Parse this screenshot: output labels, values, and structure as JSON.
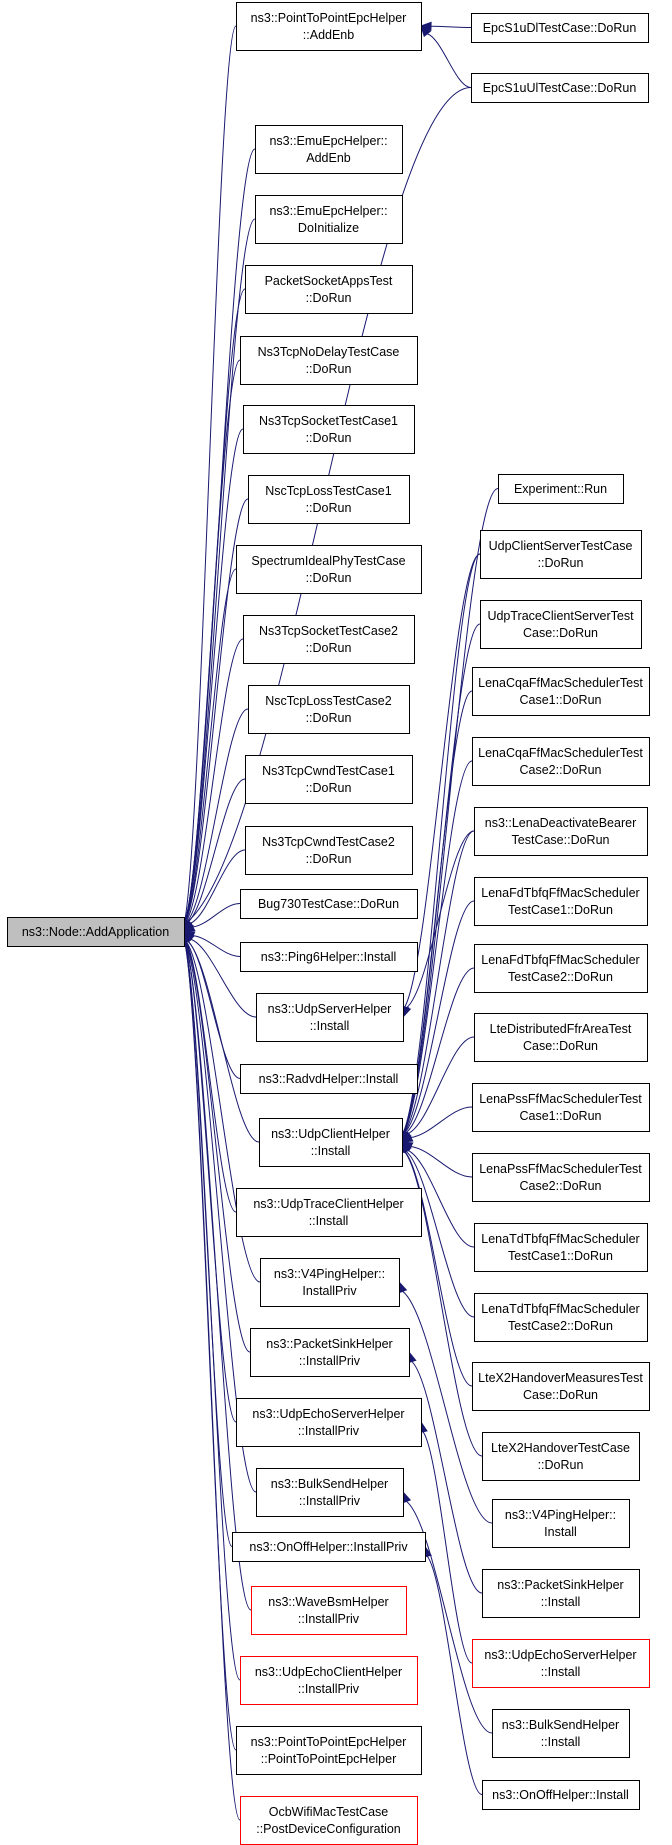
{
  "root": {
    "id": "root",
    "lines": [
      "ns3::Node::AddApplication"
    ]
  },
  "nodes": [
    {
      "id": "p2pAddEnb",
      "lines": [
        "ns3::PointToPointEpcHelper",
        "::AddEnb"
      ]
    },
    {
      "id": "s1uDl",
      "lines": [
        "EpcS1uDlTestCase::DoRun"
      ]
    },
    {
      "id": "s1uUl",
      "lines": [
        "EpcS1uUlTestCase::DoRun"
      ]
    },
    {
      "id": "emuAddEnb",
      "lines": [
        "ns3::EmuEpcHelper::",
        "AddEnb"
      ]
    },
    {
      "id": "emuInit",
      "lines": [
        "ns3::EmuEpcHelper::",
        "DoInitialize"
      ]
    },
    {
      "id": "pktSock",
      "lines": [
        "PacketSocketAppsTest",
        "::DoRun"
      ]
    },
    {
      "id": "tcpNoDelay",
      "lines": [
        "Ns3TcpNoDelayTestCase",
        "::DoRun"
      ]
    },
    {
      "id": "tcpSock1",
      "lines": [
        "Ns3TcpSocketTestCase1",
        "::DoRun"
      ]
    },
    {
      "id": "nscLoss1",
      "lines": [
        "NscTcpLossTestCase1",
        "::DoRun"
      ]
    },
    {
      "id": "specIdeal",
      "lines": [
        "SpectrumIdealPhyTestCase",
        "::DoRun"
      ]
    },
    {
      "id": "tcpSock2",
      "lines": [
        "Ns3TcpSocketTestCase2",
        "::DoRun"
      ]
    },
    {
      "id": "nscLoss2",
      "lines": [
        "NscTcpLossTestCase2",
        "::DoRun"
      ]
    },
    {
      "id": "cwnd1",
      "lines": [
        "Ns3TcpCwndTestCase1",
        "::DoRun"
      ]
    },
    {
      "id": "cwnd2",
      "lines": [
        "Ns3TcpCwndTestCase2",
        "::DoRun"
      ]
    },
    {
      "id": "bug730",
      "lines": [
        "Bug730TestCase::DoRun"
      ]
    },
    {
      "id": "ping6",
      "lines": [
        "ns3::Ping6Helper::Install"
      ]
    },
    {
      "id": "udpServer",
      "lines": [
        "ns3::UdpServerHelper",
        "::Install"
      ]
    },
    {
      "id": "radvd",
      "lines": [
        "ns3::RadvdHelper::Install"
      ]
    },
    {
      "id": "udpClient",
      "lines": [
        "ns3::UdpClientHelper",
        "::Install"
      ]
    },
    {
      "id": "udpTrace",
      "lines": [
        "ns3::UdpTraceClientHelper",
        "::Install"
      ]
    },
    {
      "id": "v4PingPriv",
      "lines": [
        "ns3::V4PingHelper::",
        "InstallPriv"
      ]
    },
    {
      "id": "pktSinkPriv",
      "lines": [
        "ns3::PacketSinkHelper",
        "::InstallPriv"
      ]
    },
    {
      "id": "echoSrvPriv",
      "lines": [
        "ns3::UdpEchoServerHelper",
        "::InstallPriv"
      ]
    },
    {
      "id": "bulkPriv",
      "lines": [
        "ns3::BulkSendHelper",
        "::InstallPriv"
      ]
    },
    {
      "id": "onoffPriv",
      "lines": [
        "ns3::OnOffHelper::InstallPriv"
      ]
    },
    {
      "id": "waveBsm",
      "lines": [
        "ns3::WaveBsmHelper",
        "::InstallPriv"
      ],
      "red": true
    },
    {
      "id": "echoCliPriv",
      "lines": [
        "ns3::UdpEchoClientHelper",
        "::InstallPriv"
      ],
      "red": true
    },
    {
      "id": "p2pCtor",
      "lines": [
        "ns3::PointToPointEpcHelper",
        "::PointToPointEpcHelper"
      ]
    },
    {
      "id": "ocb",
      "lines": [
        "OcbWifiMacTestCase",
        "::PostDeviceConfiguration"
      ],
      "red": true
    },
    {
      "id": "expRun",
      "lines": [
        "Experiment::Run"
      ]
    },
    {
      "id": "udpCSTest",
      "lines": [
        "UdpClientServerTestCase",
        "::DoRun"
      ]
    },
    {
      "id": "udpTraceCSTest",
      "lines": [
        "UdpTraceClientServerTest",
        "Case::DoRun"
      ]
    },
    {
      "id": "cqa1",
      "lines": [
        "LenaCqaFfMacSchedulerTest",
        "Case1::DoRun"
      ]
    },
    {
      "id": "cqa2",
      "lines": [
        "LenaCqaFfMacSchedulerTest",
        "Case2::DoRun"
      ]
    },
    {
      "id": "deact",
      "lines": [
        "ns3::LenaDeactivateBearer",
        "TestCase::DoRun"
      ]
    },
    {
      "id": "fdTbfq1",
      "lines": [
        "LenaFdTbfqFfMacScheduler",
        "TestCase1::DoRun"
      ]
    },
    {
      "id": "fdTbfq2",
      "lines": [
        "LenaFdTbfqFfMacScheduler",
        "TestCase2::DoRun"
      ]
    },
    {
      "id": "ffr",
      "lines": [
        "LteDistributedFfrAreaTest",
        "Case::DoRun"
      ]
    },
    {
      "id": "pss1",
      "lines": [
        "LenaPssFfMacSchedulerTest",
        "Case1::DoRun"
      ]
    },
    {
      "id": "pss2",
      "lines": [
        "LenaPssFfMacSchedulerTest",
        "Case2::DoRun"
      ]
    },
    {
      "id": "tdTbfq1",
      "lines": [
        "LenaTdTbfqFfMacScheduler",
        "TestCase1::DoRun"
      ]
    },
    {
      "id": "tdTbfq2",
      "lines": [
        "LenaTdTbfqFfMacScheduler",
        "TestCase2::DoRun"
      ]
    },
    {
      "id": "x2Meas",
      "lines": [
        "LteX2HandoverMeasuresTest",
        "Case::DoRun"
      ]
    },
    {
      "id": "x2Ho",
      "lines": [
        "LteX2HandoverTestCase",
        "::DoRun"
      ]
    },
    {
      "id": "v4Ping",
      "lines": [
        "ns3::V4PingHelper::",
        "Install"
      ]
    },
    {
      "id": "pktSink",
      "lines": [
        "ns3::PacketSinkHelper",
        "::Install"
      ]
    },
    {
      "id": "echoSrv",
      "lines": [
        "ns3::UdpEchoServerHelper",
        "::Install"
      ],
      "red": true
    },
    {
      "id": "bulk",
      "lines": [
        "ns3::BulkSendHelper",
        "::Install"
      ]
    },
    {
      "id": "onoff",
      "lines": [
        "ns3::OnOffHelper::Install"
      ]
    }
  ],
  "edges": [
    [
      "s1uDl",
      "p2pAddEnb"
    ],
    [
      "s1uUl",
      "p2pAddEnb"
    ],
    [
      "p2pAddEnb",
      "root"
    ],
    [
      "s1uUl",
      "root"
    ],
    [
      "emuAddEnb",
      "root"
    ],
    [
      "emuInit",
      "root"
    ],
    [
      "pktSock",
      "root"
    ],
    [
      "tcpNoDelay",
      "root"
    ],
    [
      "tcpSock1",
      "root"
    ],
    [
      "nscLoss1",
      "root"
    ],
    [
      "specIdeal",
      "root"
    ],
    [
      "tcpSock2",
      "root"
    ],
    [
      "nscLoss2",
      "root"
    ],
    [
      "cwnd1",
      "root"
    ],
    [
      "cwnd2",
      "root"
    ],
    [
      "bug730",
      "root"
    ],
    [
      "ping6",
      "root"
    ],
    [
      "udpServer",
      "root"
    ],
    [
      "radvd",
      "root"
    ],
    [
      "udpClient",
      "root"
    ],
    [
      "udpTrace",
      "root"
    ],
    [
      "v4PingPriv",
      "root"
    ],
    [
      "pktSinkPriv",
      "root"
    ],
    [
      "echoSrvPriv",
      "root"
    ],
    [
      "bulkPriv",
      "root"
    ],
    [
      "onoffPriv",
      "root"
    ],
    [
      "waveBsm",
      "root"
    ],
    [
      "echoCliPriv",
      "root"
    ],
    [
      "p2pCtor",
      "root"
    ],
    [
      "ocb",
      "root"
    ],
    [
      "udpCSTest",
      "udpServer"
    ],
    [
      "deact",
      "udpServer"
    ],
    [
      "expRun",
      "udpClient"
    ],
    [
      "udpCSTest",
      "udpClient"
    ],
    [
      "udpTraceCSTest",
      "udpClient"
    ],
    [
      "cqa1",
      "udpClient"
    ],
    [
      "cqa2",
      "udpClient"
    ],
    [
      "deact",
      "udpClient"
    ],
    [
      "fdTbfq1",
      "udpClient"
    ],
    [
      "fdTbfq2",
      "udpClient"
    ],
    [
      "ffr",
      "udpClient"
    ],
    [
      "pss1",
      "udpClient"
    ],
    [
      "pss2",
      "udpClient"
    ],
    [
      "tdTbfq1",
      "udpClient"
    ],
    [
      "tdTbfq2",
      "udpClient"
    ],
    [
      "x2Meas",
      "udpClient"
    ],
    [
      "x2Ho",
      "udpClient"
    ],
    [
      "v4Ping",
      "v4PingPriv"
    ],
    [
      "pktSink",
      "pktSinkPriv"
    ],
    [
      "echoSrv",
      "echoSrvPriv"
    ],
    [
      "bulk",
      "bulkPriv"
    ],
    [
      "onoff",
      "onoffPriv"
    ]
  ]
}
